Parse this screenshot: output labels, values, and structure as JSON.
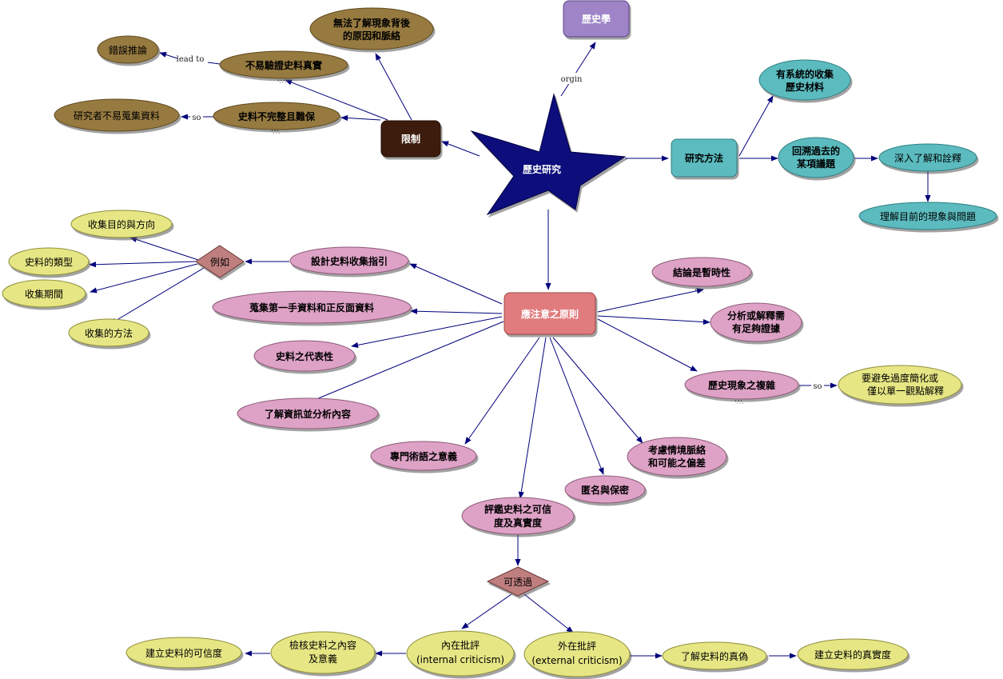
{
  "colors": {
    "brown": "#967a40",
    "dark_brown": "#3d1a08",
    "purple": "#9f85c8",
    "teal": "#5bbbbf",
    "pink": "#dea2c6",
    "salmon": "#e07b7d",
    "yellow": "#e6e685",
    "diamond": "#bf7f7f",
    "star": "#0e0e7c",
    "line": "#00007c"
  },
  "nodes": {
    "center": "歷史研究",
    "history": "歷史學",
    "limit": "限制",
    "limit_context": [
      "無法了解現象背後",
      "的原因和脈絡"
    ],
    "limit_verify": "不易驗證史料真實",
    "limit_wrong": "錯誤推論",
    "limit_incomplete": "史料不完整且難保",
    "limit_collect": "研究者不易蒐集資料",
    "method": "研究方法",
    "method_collect": [
      "有系統的收集",
      "歷史材料"
    ],
    "method_review": [
      "回溯過去的",
      "某項議題"
    ],
    "method_deep": "深入了解和詮釋",
    "method_understand": "理解目前的現象與問題",
    "principles": "應注意之原則",
    "guide": "設計史料收集指引",
    "example": "例如",
    "ex_purpose": "收集目的與方向",
    "ex_type": "史料的類型",
    "ex_period": "收集期間",
    "ex_method": "收集的方法",
    "first_hand": "蒐集第一手資料和正反面資料",
    "representative": "史料之代表性",
    "content_analysis": "了解資訊並分析內容",
    "terms": "專門術語之意義",
    "evaluate": [
      "評鑑史料之可信",
      "度及真實度"
    ],
    "via": "可透過",
    "internal": [
      "內在批評",
      "(internal criticism)"
    ],
    "external": [
      "外在批評",
      "(external criticism)"
    ],
    "check_content": [
      "檢核史料之內容",
      "及意義"
    ],
    "credibility": "建立史料的可信度",
    "authenticity_know": "了解史料的真偽",
    "authenticity": "建立史料的真實度",
    "anonymity": "匿名與保密",
    "bias": [
      "考慮情境脈絡",
      "和可能之偏差"
    ],
    "temporary": "結論是暫時性",
    "evidence": [
      "分析或解釋需",
      "有足夠證據"
    ],
    "complex": "歷史現象之複雜",
    "avoid": [
      "要避免過度簡化或",
      "僅以單一觀點解釋"
    ]
  },
  "links": {
    "origin": "orgin",
    "lead_to": "lead to",
    "so1": "so",
    "so2": "so"
  }
}
